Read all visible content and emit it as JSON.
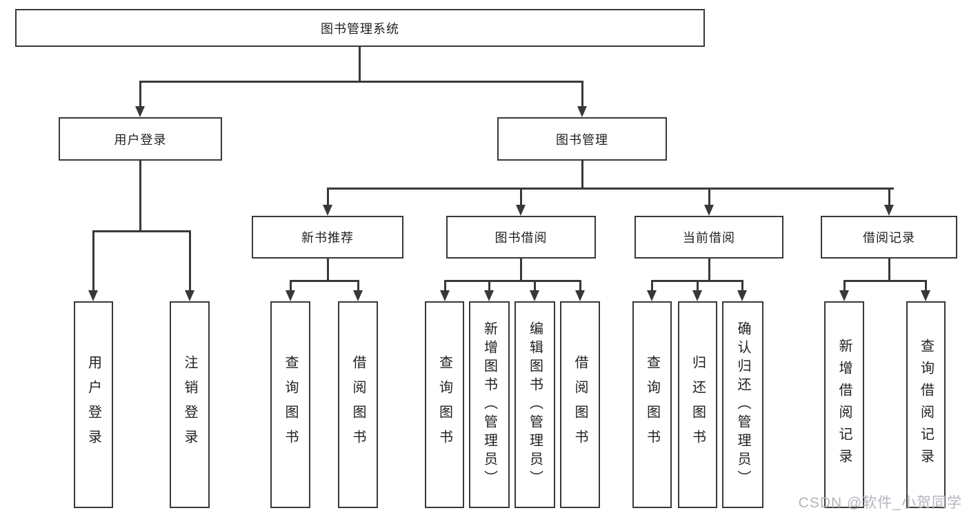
{
  "tree": {
    "root": {
      "label": "图书管理系统"
    },
    "branches": [
      {
        "label": "用户登录",
        "children": [
          {
            "label": "用户登录"
          },
          {
            "label": "注销登录"
          }
        ]
      },
      {
        "label": "图书管理",
        "children": [
          {
            "label": "新书推荐",
            "children": [
              {
                "label": "查询图书"
              },
              {
                "label": "借阅图书"
              }
            ]
          },
          {
            "label": "图书借阅",
            "children": [
              {
                "label": "查询图书"
              },
              {
                "label": "新增图书（管理员）"
              },
              {
                "label": "编辑图书（管理员）"
              },
              {
                "label": "借阅图书"
              }
            ]
          },
          {
            "label": "当前借阅",
            "children": [
              {
                "label": "查询图书"
              },
              {
                "label": "归还图书"
              },
              {
                "label": "确认归还（管理员）"
              }
            ]
          },
          {
            "label": "借阅记录",
            "children": [
              {
                "label": "新增借阅记录"
              },
              {
                "label": "查询借阅记录"
              }
            ]
          }
        ]
      }
    ]
  },
  "watermark": {
    "text": "CSDN @软件_小贺同学"
  },
  "colors": {
    "line": "#383838",
    "text": "#212121",
    "watermark": "#b4b3bd",
    "background": "#ffffff"
  }
}
